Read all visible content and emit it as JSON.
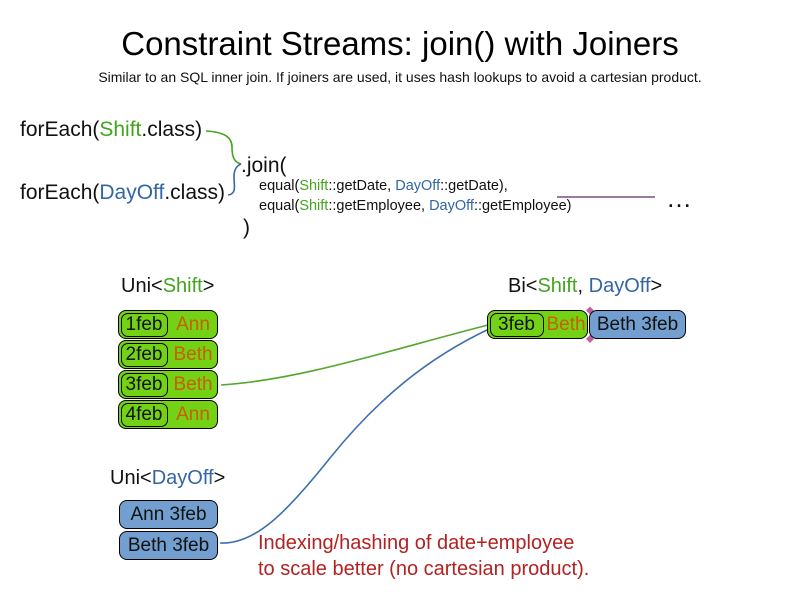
{
  "title": "Constraint Streams: join() with Joiners",
  "subtitle": "Similar to an SQL inner join. If joiners are used, it uses hash lookups to avoid a cartesian product.",
  "colors": {
    "shift_green_text": "#43A41D",
    "shift_green_fill": "#73D216",
    "dayoff_blue_text": "#3465A4",
    "dayoff_blue_fill": "#729FCF",
    "employee_orange_text": "#CE5C00",
    "note_red_text": "#B22222",
    "joiner_purple_line": "#75507B"
  },
  "code": {
    "foreach_shift": {
      "prefix": "forEach(",
      "class_name": "Shift",
      "suffix": ".class)"
    },
    "foreach_dayoff": {
      "prefix": "forEach(",
      "class_name": "DayOff",
      "suffix": ".class)"
    },
    "join_open": ".join(",
    "joiner1": {
      "prefix": "equal(",
      "left_class": "Shift",
      "mid": "::getDate, ",
      "right_class": "DayOff",
      "tail": "::getDate),"
    },
    "joiner2": {
      "prefix": "equal(",
      "left_class": "Shift",
      "mid": "::getEmployee, ",
      "right_class": "DayOff",
      "tail": "::getEmployee)"
    },
    "join_close": ")",
    "ellipsis": "…"
  },
  "uni_shift": {
    "label": {
      "prefix": "Uni<",
      "class_name": "Shift",
      "suffix": ">"
    },
    "rows": [
      {
        "date": "1feb",
        "employee": "Ann"
      },
      {
        "date": "2feb",
        "employee": "Beth"
      },
      {
        "date": "3feb",
        "employee": "Beth"
      },
      {
        "date": "4feb",
        "employee": "Ann"
      }
    ]
  },
  "uni_dayoff": {
    "label": {
      "prefix": "Uni<",
      "class_name": "DayOff",
      "suffix": ">"
    },
    "rows": [
      {
        "text": "Ann 3feb"
      },
      {
        "text": "Beth 3feb"
      }
    ]
  },
  "bi": {
    "label": {
      "prefix": "Bi<",
      "class_name_1": "Shift",
      "separator": ", ",
      "class_name_2": "DayOff",
      "suffix": ">"
    },
    "shift_cell": {
      "date": "3feb",
      "employee": "Beth"
    },
    "dayoff_cell": "Beth 3feb"
  },
  "note": {
    "line1": "Indexing/hashing of date+employee",
    "line2": "to scale better (no cartesian product)."
  }
}
